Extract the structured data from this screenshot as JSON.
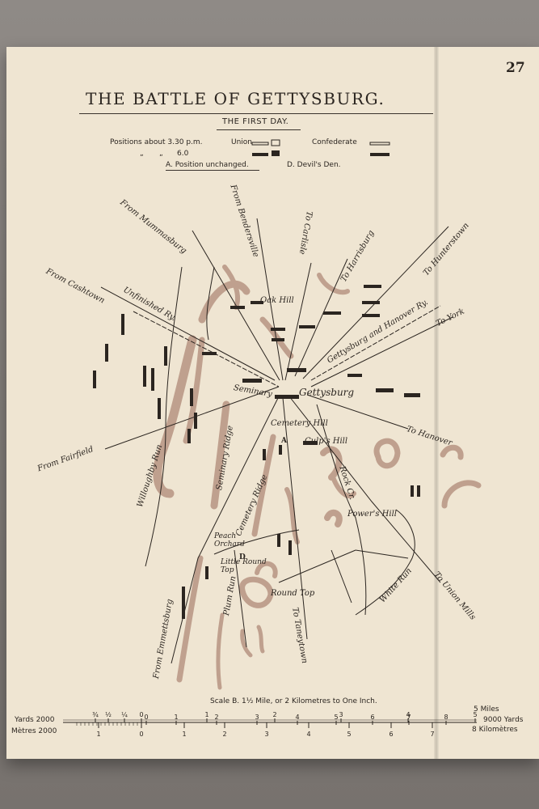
{
  "page_number": "27",
  "title": "THE BATTLE OF GETTYSBURG.",
  "subtitle": "THE FIRST DAY.",
  "legend": {
    "positions_label": "Positions about 3.30 p.m.",
    "union_label": "Union",
    "confederate_label": "Confederate",
    "ditto_1": "„",
    "ditto_2": "„",
    "time_2": "6.0",
    "note_a": "A. Position unchanged.",
    "note_d": "D. Devil's Den."
  },
  "place_labels": {
    "from_mummasburg": "From Mummasburg",
    "from_bendersville": "From Bendersville",
    "to_carlisle": "To Carlisle",
    "to_harrisburg": "To Harrisburg",
    "to_hunterstown": "To Hunterstown",
    "from_cashtown": "From Cashtown",
    "unfinished_ry": "Unfinished Ry.",
    "oak_hill": "Oak Hill",
    "gettysburg_hanover_ry": "Gettysburg and Hanover Ry.",
    "to_york": "To York",
    "seminary": "Seminary",
    "gettysburg": "Gettysburg",
    "to_hanover": "To Hanover",
    "cemetery_hill": "Cemetery Hill",
    "culps_hill": "Culp's Hill",
    "from_fairfield": "From Fairfield",
    "willoughby_run": "Willoughby Run",
    "seminary_ridge": "Seminary Ridge",
    "cemetery_ridge": "Cemetery Ridge",
    "rock_cr": "Rock Cr.",
    "powers_hill": "Power's Hill",
    "peach_orchard": "Peach Orchard",
    "little_round_top": "Little Round Top",
    "plum_run": "Plum Run",
    "round_top": "Round Top",
    "white_run": "White Run",
    "to_union_mills": "To Union Mills",
    "from_emmettsburg": "From Emmettsburg",
    "to_taneytown": "To Taneytown",
    "marker_a": "A",
    "marker_d": "D"
  },
  "scale": {
    "title": "Scale B. 1½ Mile, or 2 Kilometres to One Inch.",
    "miles_label": "5 Miles",
    "yards_label": "Yards 2000",
    "yards_end": "9000 Yards",
    "metres_label": "Mètres 2000",
    "km_label": "8 Kilomètres",
    "mile_ticks": [
      "¾",
      "½",
      "¼",
      "0",
      "1",
      "2",
      "3",
      "4",
      "5"
    ],
    "yard_ticks": [
      "0",
      "1",
      "2",
      "3",
      "4",
      "5",
      "6",
      "7",
      "8"
    ],
    "km_ticks": [
      "1",
      "0",
      "1",
      "2",
      "3",
      "4",
      "5",
      "6",
      "7"
    ]
  },
  "colors": {
    "paper": "#efe5d2",
    "ink": "#2b2520",
    "terrain": "#b08a78",
    "background": "#807b77"
  }
}
